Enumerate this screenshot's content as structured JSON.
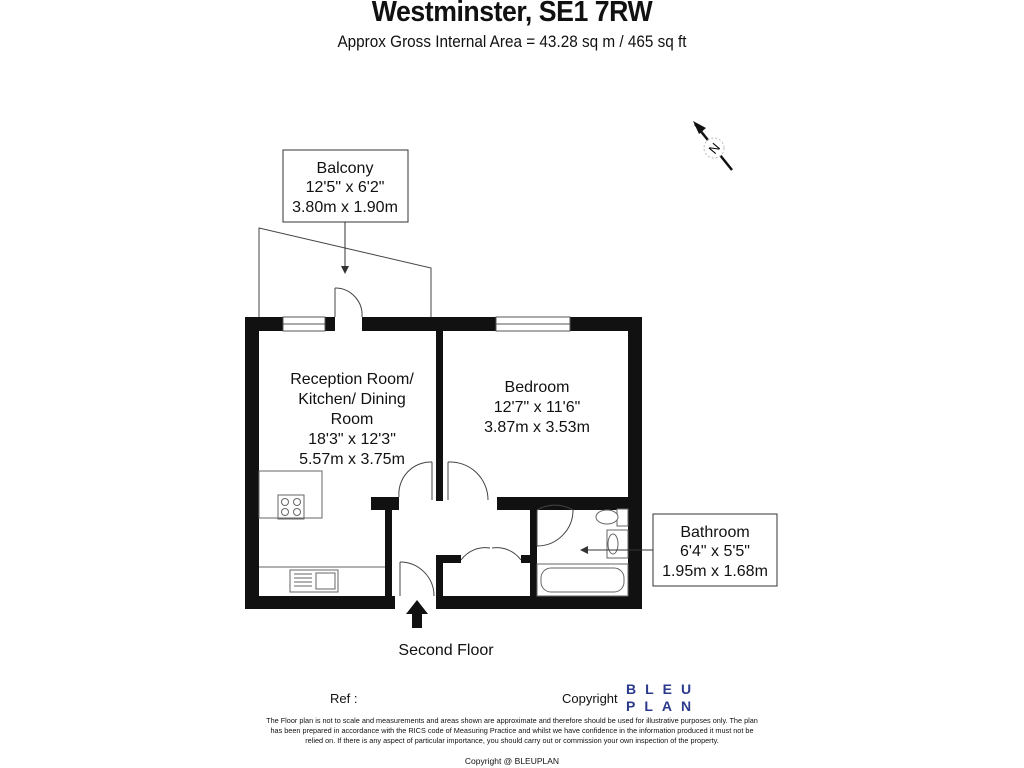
{
  "header": {
    "title": "Westminster, SE1 7RW",
    "subtitle": "Approx Gross Internal Area = 43.28 sq m / 465 sq ft"
  },
  "rooms": {
    "balcony": {
      "name": "Balcony",
      "imperial": "12'5\" x 6'2\"",
      "metric": "3.80m x 1.90m"
    },
    "reception": {
      "name_line1": "Reception Room/",
      "name_line2": "Kitchen/ Dining",
      "name_line3": "Room",
      "imperial": "18'3\" x 12'3\"",
      "metric": "5.57m x 3.75m"
    },
    "bedroom": {
      "name": "Bedroom",
      "imperial": "12'7\" x 11'6\"",
      "metric": "3.87m x 3.53m"
    },
    "bathroom": {
      "name": "Bathroom",
      "imperial": "6'4\" x 5'5\"",
      "metric": "1.95m x 1.68m"
    }
  },
  "floor_label": "Second Floor",
  "compass": {
    "letter": "N",
    "icon": "north-compass-icon"
  },
  "footer": {
    "ref_label": "Ref :",
    "copyright_label": "Copyright",
    "brand_line1": "BLEU",
    "brand_line2": "PLAN",
    "brand_color": "#2b3a8c",
    "disclaimer": "The Floor plan is not to scale and measurements and areas shown are approximate and therefore should be used for illustrative purposes only. The plan has been prepared in accordance with the RICS code of Measuring Practice and whilst we have confidence in the information produced it must not be relied on. If there is any aspect of particular importance, you should carry out or commission your own inspection of the property.",
    "copyright_footer": "Copyright @ BLEUPLAN"
  },
  "colors": {
    "wall": "#111111",
    "fixture_line": "#555555"
  }
}
